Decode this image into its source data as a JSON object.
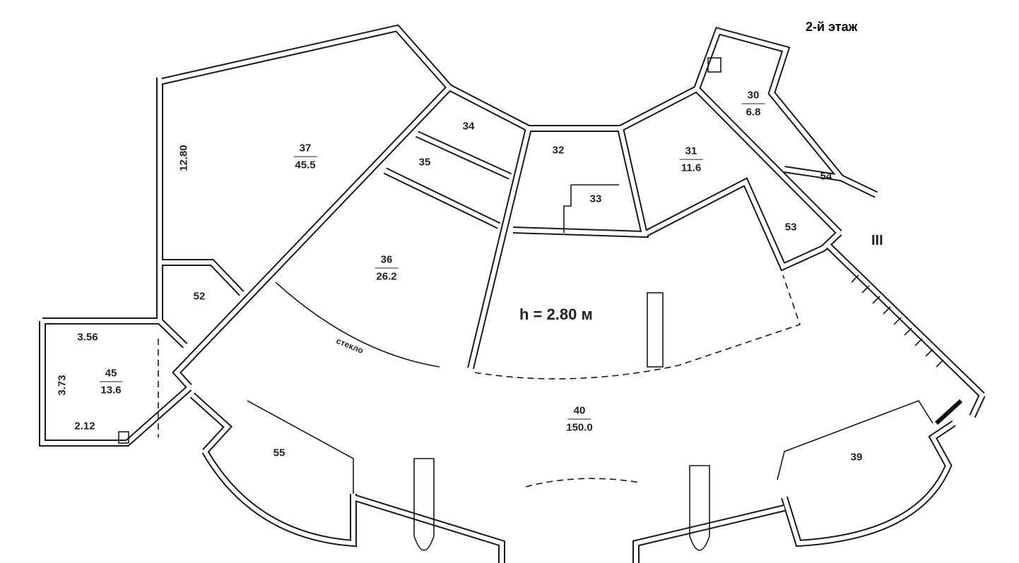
{
  "floor_title": "2-й этаж",
  "ceiling_height": "h = 2.80 м",
  "axis_label": "III",
  "glass_label": "стекло",
  "rooms": [
    {
      "number": "37",
      "area": "45.5"
    },
    {
      "number": "34",
      "area": ""
    },
    {
      "number": "35",
      "area": ""
    },
    {
      "number": "36",
      "area": "26.2"
    },
    {
      "number": "32",
      "area": ""
    },
    {
      "number": "33",
      "area": ""
    },
    {
      "number": "31",
      "area": "11.6"
    },
    {
      "number": "30",
      "area": "6.8"
    },
    {
      "number": "54",
      "area": ""
    },
    {
      "number": "53",
      "area": ""
    },
    {
      "number": "52",
      "area": ""
    },
    {
      "number": "45",
      "area": "13.6"
    },
    {
      "number": "40",
      "area": "150.0"
    },
    {
      "number": "55",
      "area": ""
    },
    {
      "number": "39",
      "area": ""
    }
  ],
  "dimensions": {
    "room37_height": "12.80",
    "room45_top": "3.56",
    "room45_side": "3.73",
    "room45_bottom": "2.12"
  }
}
